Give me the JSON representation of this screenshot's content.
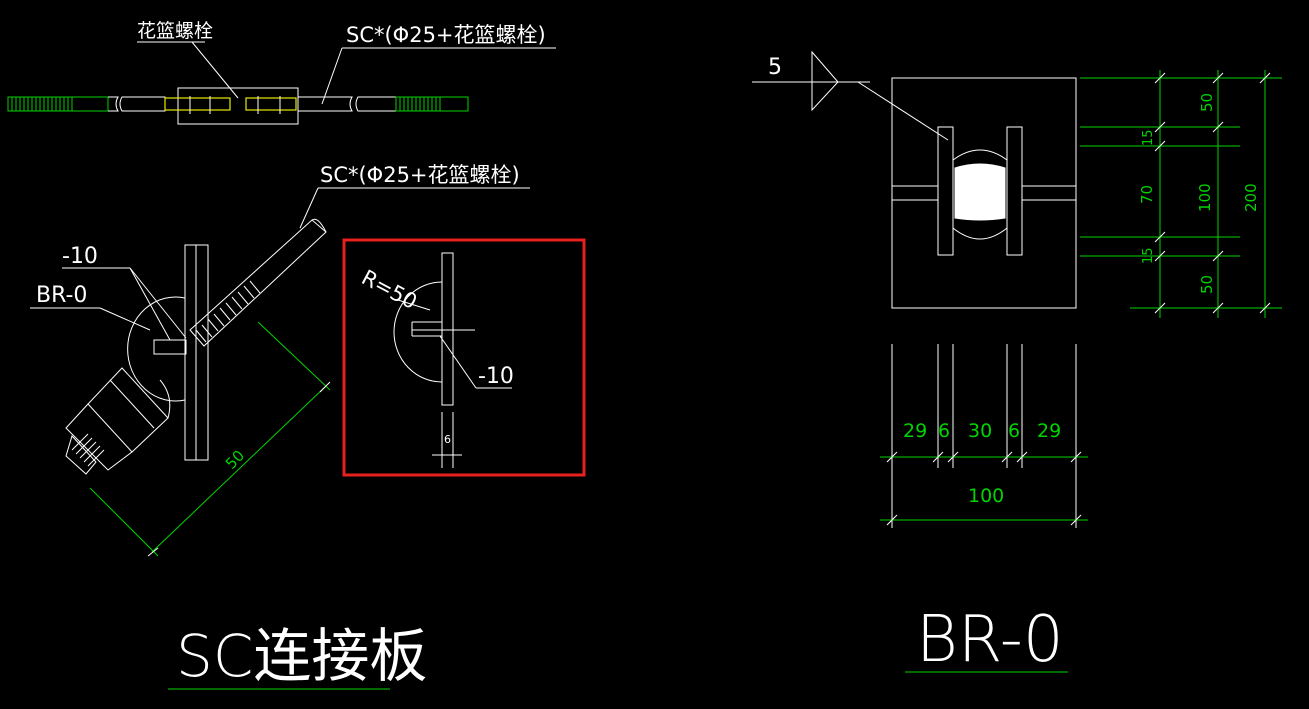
{
  "colors": {
    "background": "#000000",
    "line": "#ffffff",
    "dimension": "#00d400",
    "highlight": "#e8201e",
    "accent": "#e8e800"
  },
  "left": {
    "top_label_1": "花篮螺栓",
    "top_label_2": "SC*(Φ25+花篮螺栓)",
    "mid_label": "SC*(Φ25+花篮螺栓)",
    "plate_thickness": "-10",
    "part_ref": "BR-0",
    "dim_50": "50",
    "title": "SC连接板"
  },
  "detail": {
    "radius": "R=50",
    "thickness": "-10",
    "dim_6": "6"
  },
  "right": {
    "weld_size": "5",
    "vdims_left": [
      "50",
      "15",
      "70",
      "15",
      "50"
    ],
    "vdim_mid": "100",
    "vdim_total": "200",
    "hdims": [
      "29",
      "6",
      "30",
      "6",
      "29"
    ],
    "hdim_total": "100",
    "title": "BR-0"
  }
}
